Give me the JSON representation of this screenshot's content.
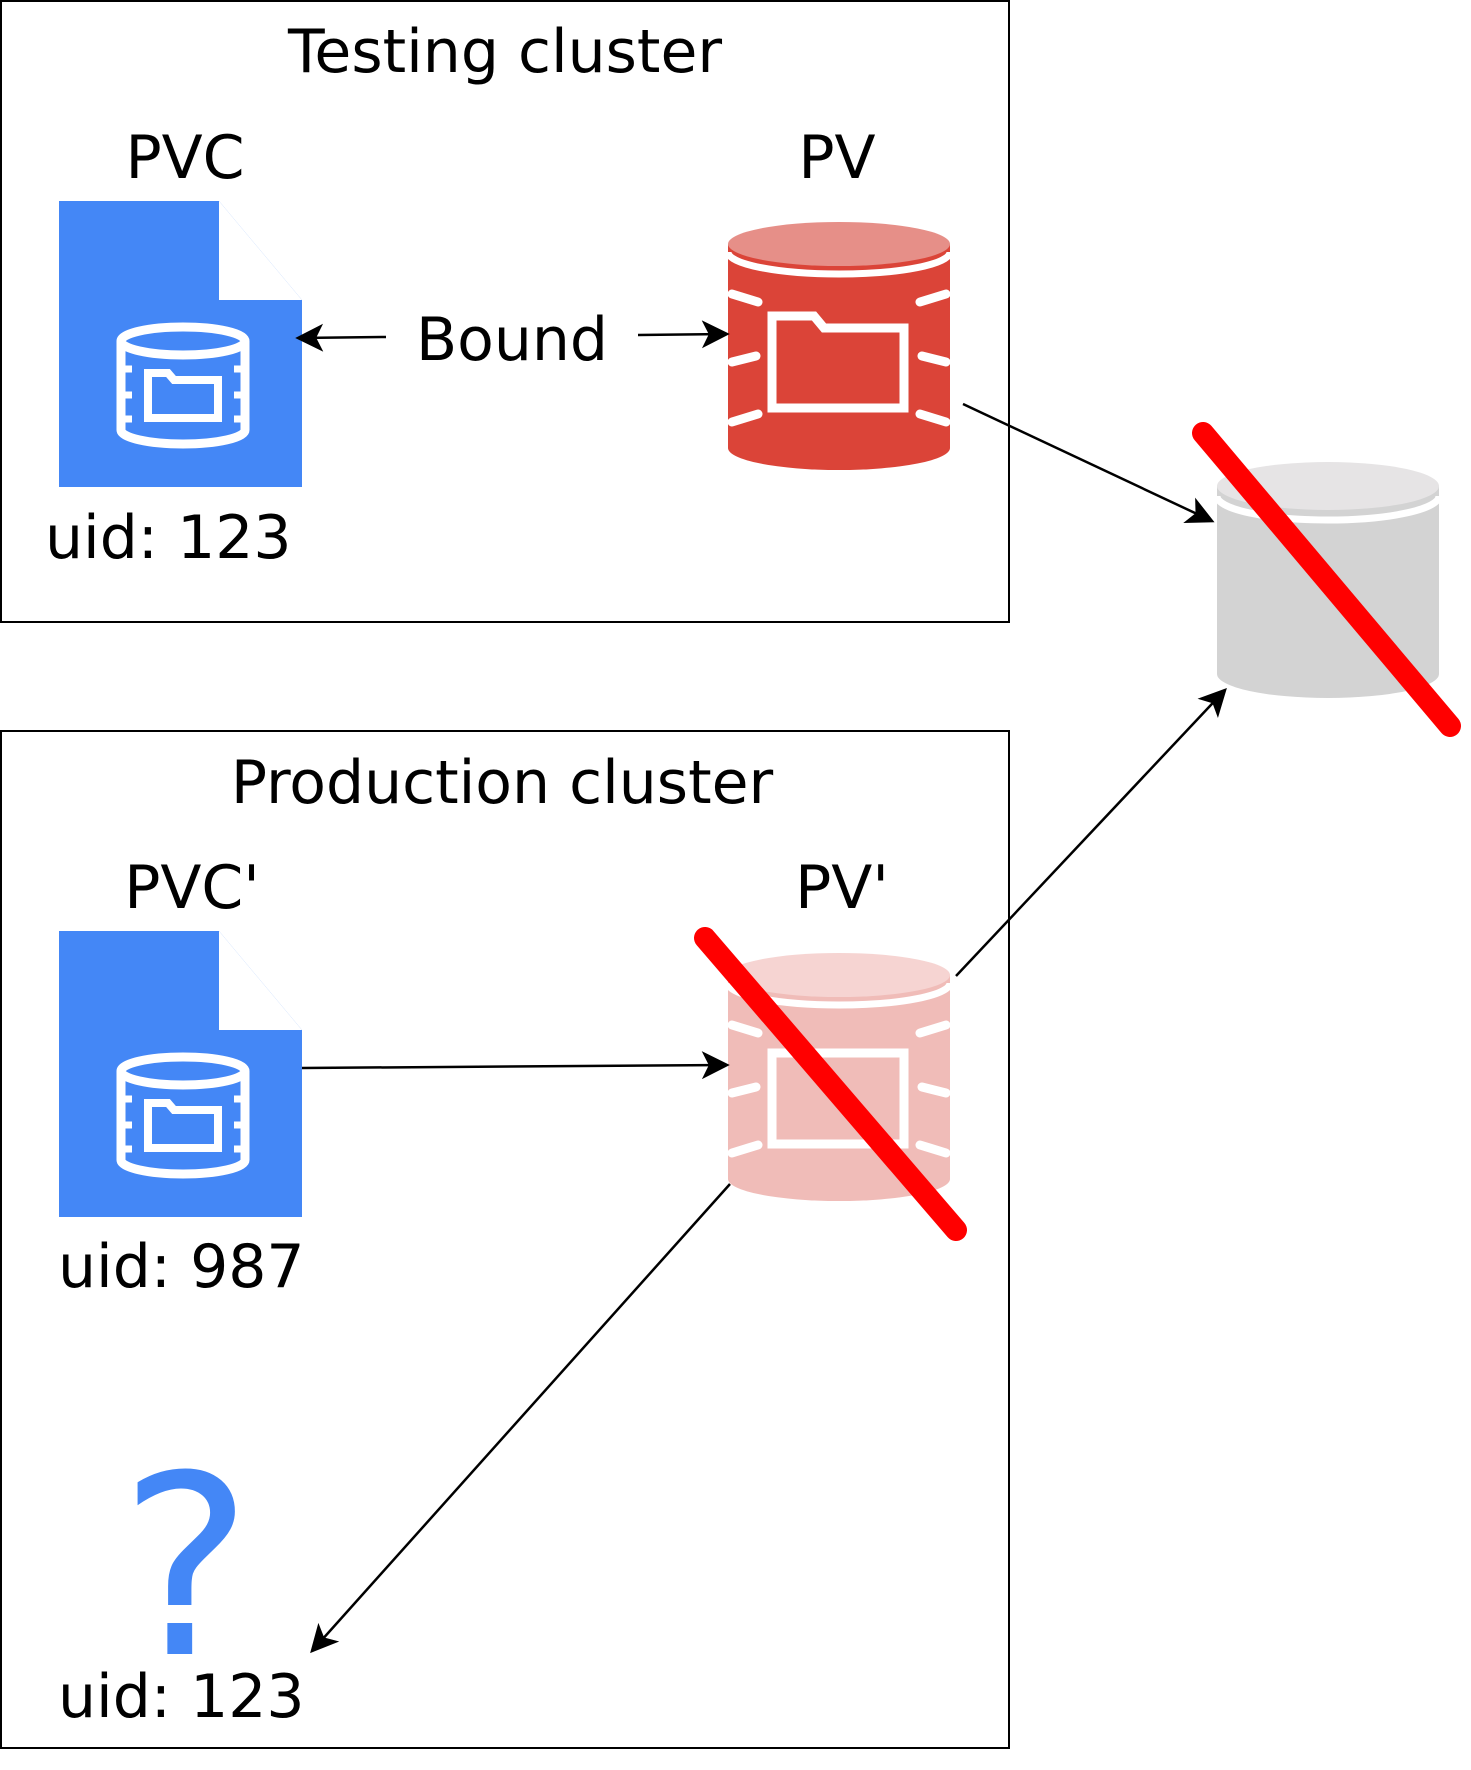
{
  "colors": {
    "pvc": "#4487f6",
    "pv": "#db4438",
    "pv_top": "#e68f88",
    "pv_faded": "#f0bcb8",
    "pv_faded_top": "#f6d4d2",
    "disk": "#d3d3d3",
    "disk_top": "#e6e4e5",
    "cross": "#ff0000",
    "arrow": "#000000"
  },
  "icons": {
    "pvc": "persistent-volume-claim-icon",
    "pv": "persistent-volume-icon",
    "disk": "storage-disk-icon",
    "cross": "deleted-cross-mark",
    "question": "question-mark-icon"
  },
  "testing_cluster": {
    "title": "Testing cluster",
    "pvc_label": "PVC",
    "pv_label": "PV",
    "binding_label": "Bound",
    "pvc_uid": "uid: 123"
  },
  "production_cluster": {
    "title": "Production cluster",
    "pvc_label": "PVC'",
    "pv_label": "PV'",
    "pvc_uid": "uid: 987",
    "missing_marker": "?",
    "missing_uid": "uid: 123"
  }
}
